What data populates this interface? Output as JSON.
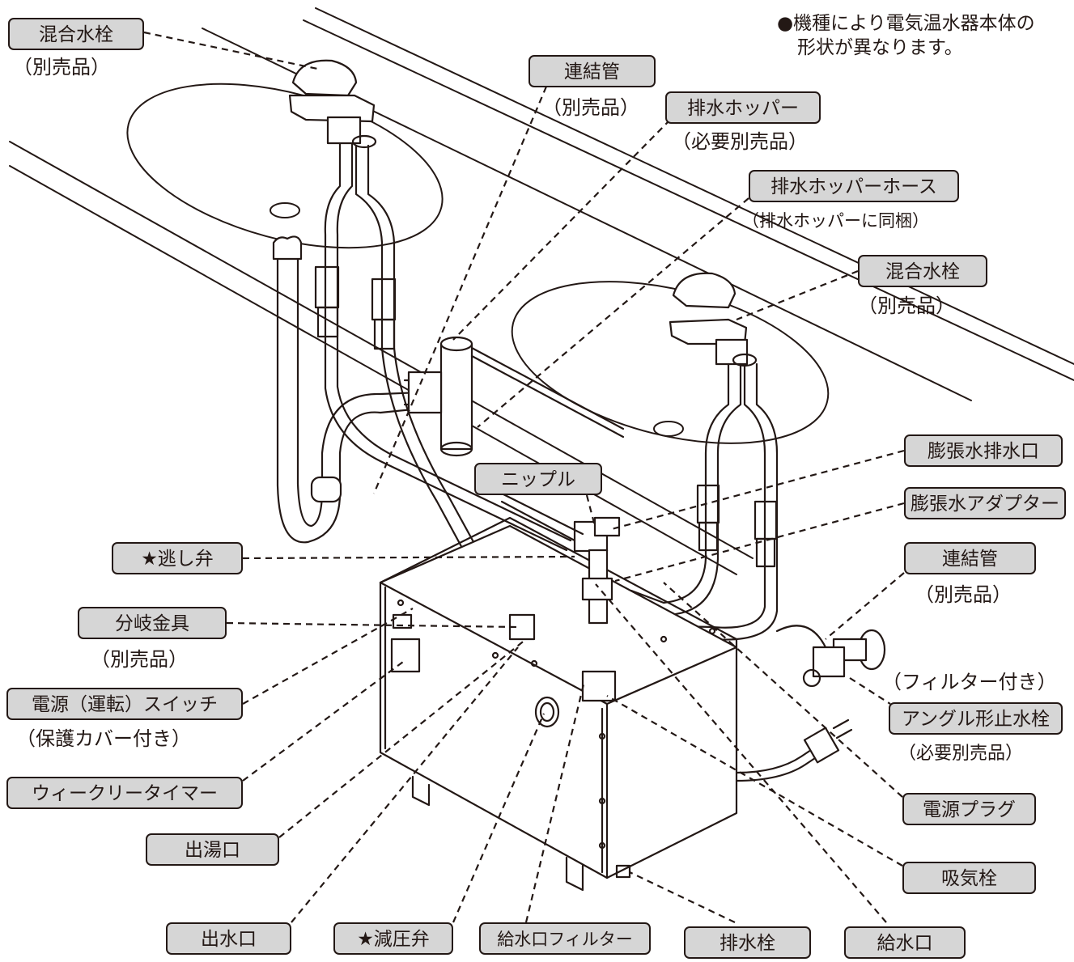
{
  "note": {
    "line1": "●機種により電気温水器本体の",
    "line2": "形状が異なります。"
  },
  "labels": {
    "mixing_faucet_left": "混合水栓",
    "mixing_faucet_left_sub": "（別売品）",
    "connecting_pipe_top": "連結管",
    "connecting_pipe_top_sub": "（別売品）",
    "drain_hopper": "排水ホッパー",
    "drain_hopper_sub": "（必要別売品）",
    "drain_hopper_hose": "排水ホッパーホース",
    "drain_hopper_hose_sub": "（排水ホッパーに同梱）",
    "mixing_faucet_right": "混合水栓",
    "mixing_faucet_right_sub": "（別売品）",
    "expansion_drain": "膨張水排水口",
    "nipple": "ニップル",
    "expansion_adapter": "膨張水アダプター",
    "relief_valve": "★逃し弁",
    "connecting_pipe_right": "連結管",
    "connecting_pipe_right_sub": "（別売品）",
    "branch_fitting": "分岐金具",
    "branch_fitting_sub": "（別売品）",
    "with_filter": "（フィルター付き）",
    "angle_valve": "アングル形止水栓",
    "angle_valve_sub": "（必要別売品）",
    "power_switch": "電源（運転）スイッチ",
    "power_switch_sub": "（保護カバー付き）",
    "weekly_timer": "ウィークリータイマー",
    "power_plug": "電源プラグ",
    "hot_outlet": "出湯口",
    "air_intake": "吸気栓",
    "water_outlet": "出水口",
    "pressure_reducing_valve": "★減圧弁",
    "inlet_filter": "給水口フィルター",
    "drain_plug": "排水栓",
    "water_inlet": "給水口"
  }
}
